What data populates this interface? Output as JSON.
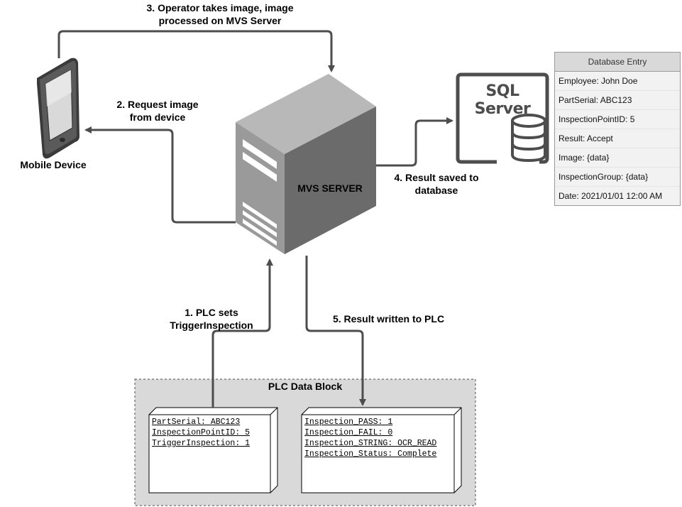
{
  "labels": {
    "step3": [
      "3. Operator takes image, image",
      "processed on MVS Server"
    ],
    "step2": [
      "2. Request image",
      "from device"
    ],
    "step4": [
      "4. Result saved to",
      "database"
    ],
    "step1": [
      "1. PLC sets",
      "TriggerInspection"
    ],
    "step5": "5. Result written to PLC",
    "mobile": "Mobile Device",
    "server": "MVS SERVER",
    "sql": "SQL Server",
    "plc_block": "PLC Data Block"
  },
  "database_entry": {
    "header": "Database Entry",
    "rows": [
      "Employee: John Doe",
      "PartSerial: ABC123",
      "InspectionPointID: 5",
      "Result: Accept",
      "Image: {data}",
      "InspectionGroup: {data}",
      "Date: 2021/01/01 12:00 AM"
    ]
  },
  "plc_inputs": [
    "PartSerial: ABC123",
    "InspectionPointID: 5",
    "TriggerInspection: 1"
  ],
  "plc_outputs": [
    "Inspection_PASS: 1",
    "Inspection_FAIL: 0",
    "Inspection_STRING: OCR_READ",
    "Inspection_Status: Complete"
  ],
  "colors": {
    "connector": "#4d4d4d",
    "server_front": "#9a9a9a",
    "server_top": "#b8b8b8",
    "server_side": "#6b6b6b",
    "plc_fill": "#d9d9d9"
  },
  "icons": {
    "mobile": "smartphone-icon",
    "server": "server-tower-icon",
    "sql": "sql-server-database-icon"
  }
}
